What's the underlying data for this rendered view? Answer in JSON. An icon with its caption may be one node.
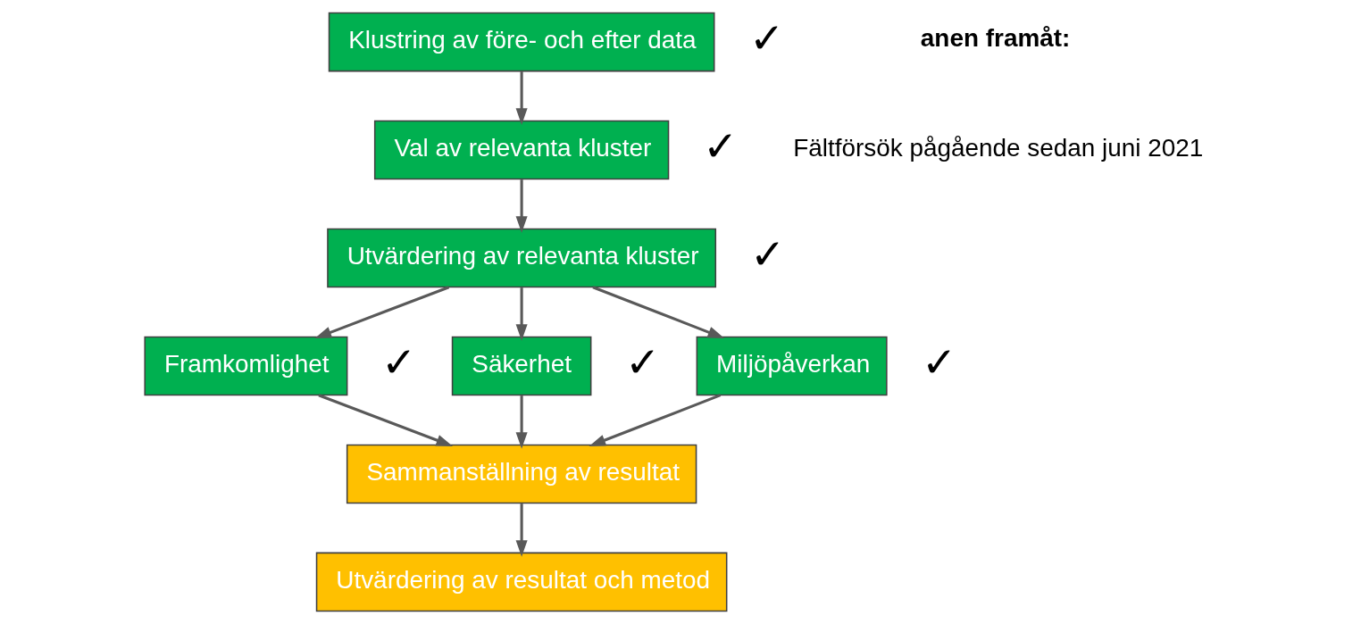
{
  "diagram": {
    "nodes": [
      {
        "text": [
          "Klustring av före- och efter data"
        ],
        "beside": [
          "✓"
        ]
      },
      {
        "text": [
          "Val av relevanta kluster"
        ],
        "beside": [
          "✓"
        ]
      },
      {
        "text": [
          "Utvärdering av relevanta kluster"
        ],
        "beside": [
          "✓"
        ]
      },
      {
        "text": [
          "Framkomlighet"
        ],
        "beside": [
          "✓"
        ]
      },
      {
        "text": [
          "Säkerhet"
        ],
        "beside": [
          "✓"
        ]
      },
      {
        "text": [
          "Miljöpåverkan"
        ],
        "beside": [
          "✓"
        ]
      },
      {
        "text": [
          "Sammanställning av resultat"
        ]
      },
      {
        "text": [
          "Utvärdering av resultat och metod"
        ]
      }
    ],
    "edges": [
      {
        "from": 0,
        "to": 1,
        "arrow": "to"
      },
      {
        "from": 1,
        "to": 2,
        "arrow": "to"
      },
      {
        "from": 2,
        "to": 3,
        "arrow": "to"
      },
      {
        "from": 2,
        "to": 4,
        "arrow": "to"
      },
      {
        "from": 2,
        "to": 5,
        "arrow": "to"
      },
      {
        "from": 3,
        "to": 6,
        "arrow": "to"
      },
      {
        "from": 4,
        "to": 6,
        "arrow": "to"
      },
      {
        "from": 5,
        "to": 6,
        "arrow": "to"
      },
      {
        "from": 6,
        "to": 7,
        "arrow": "to"
      }
    ],
    "labels": [
      "anen framåt:",
      "Fältförsök pågående sedan juni 2021"
    ]
  }
}
